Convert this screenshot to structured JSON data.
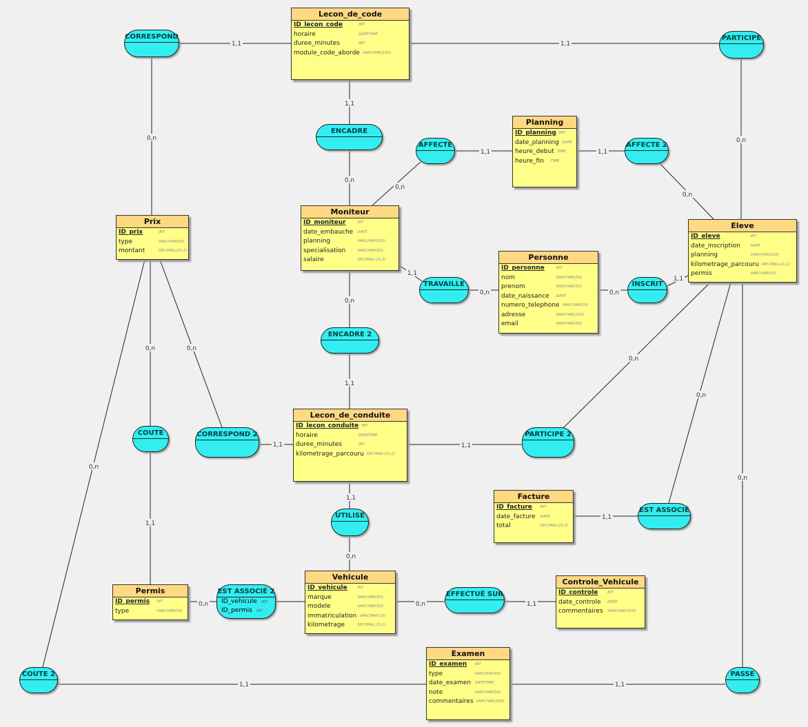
{
  "entities": [
    {
      "name": "Lecon_de_code",
      "attrs": [
        [
          "ID_lecon_code",
          "INT"
        ],
        [
          "horaire",
          "DATETIME"
        ],
        [
          "duree_minutes",
          "INT"
        ],
        [
          "module_code_aborde",
          "VARCHAR(100)"
        ]
      ]
    },
    {
      "name": "Planning",
      "attrs": [
        [
          "ID_planning",
          "INT"
        ],
        [
          "date_planning",
          "DATE"
        ],
        [
          "heure_debut",
          "TIME"
        ],
        [
          "heure_fin",
          "TIME"
        ]
      ]
    },
    {
      "name": "Moniteur",
      "attrs": [
        [
          "ID_moniteur",
          "INT"
        ],
        [
          "date_embauche",
          "DATE"
        ],
        [
          "planning",
          "VARCHAR(200)"
        ],
        [
          "specialisation",
          "VARCHAR(50)"
        ],
        [
          "salaire",
          "DECIMAL(15,2)"
        ]
      ]
    },
    {
      "name": "Prix",
      "attrs": [
        [
          "ID_prix",
          "INT"
        ],
        [
          "type",
          "VARCHAR(50)"
        ],
        [
          "montant",
          "DECIMAL(15,2)"
        ]
      ]
    },
    {
      "name": "Eleve",
      "attrs": [
        [
          "ID_eleve",
          "INT"
        ],
        [
          "date_inscription",
          "DATE"
        ],
        [
          "planning",
          "VARCHAR(200)"
        ],
        [
          "kilometrage_parcouru",
          "DECIMAL(15,1)"
        ],
        [
          "permis",
          "VARCHAR(50)"
        ]
      ]
    },
    {
      "name": "Personne",
      "attrs": [
        [
          "ID_personne",
          "INT"
        ],
        [
          "nom",
          "VARCHAR(50)"
        ],
        [
          "prenom",
          "VARCHAR(50)"
        ],
        [
          "date_naissance",
          "DATE"
        ],
        [
          "numero_telephone",
          "VARCHAR(20)"
        ],
        [
          "adresse",
          "VARCHAR(150)"
        ],
        [
          "email",
          "VARCHAR(50)"
        ]
      ]
    },
    {
      "name": "Lecon_de_conduite",
      "attrs": [
        [
          "ID_lecon_conduite",
          "INT"
        ],
        [
          "horaire",
          "DATETIME"
        ],
        [
          "duree_minutes",
          "INT"
        ],
        [
          "kilometrage_parcouru",
          "DECIMAL(15,2)"
        ]
      ]
    },
    {
      "name": "Facture",
      "attrs": [
        [
          "ID_facture",
          "INT"
        ],
        [
          "date_facture",
          "DATE"
        ],
        [
          "total",
          "DECIMAL(15,2)"
        ]
      ]
    },
    {
      "name": "Permis",
      "attrs": [
        [
          "ID_permis",
          "INT"
        ],
        [
          "type",
          "VARCHAR(50)"
        ]
      ]
    },
    {
      "name": "Vehicule",
      "attrs": [
        [
          "ID_vehicule",
          "INT"
        ],
        [
          "marque",
          "VARCHAR(50)"
        ],
        [
          "modele",
          "VARCHAR(50)"
        ],
        [
          "immatriculation",
          "VARCHAR(10)"
        ],
        [
          "kilometrage",
          "DECIMAL(15,1)"
        ]
      ]
    },
    {
      "name": "Controle_Vehicule",
      "attrs": [
        [
          "ID_controle",
          "INT"
        ],
        [
          "date_controle",
          "DATE"
        ],
        [
          "commentaires",
          "VARCHAR(500)"
        ]
      ]
    },
    {
      "name": "Examen",
      "attrs": [
        [
          "ID_examen",
          "INT"
        ],
        [
          "type",
          "VARCHAR(50)"
        ],
        [
          "date_examen",
          "DATETIME"
        ],
        [
          "note",
          "VARCHAR(50)"
        ],
        [
          "commentaires",
          "VARCHAR(500)"
        ]
      ]
    }
  ],
  "associations": [
    {
      "name": "CORRESPOND",
      "attrs": []
    },
    {
      "name": "PARTICIPE",
      "attrs": []
    },
    {
      "name": "ENCADRE",
      "attrs": []
    },
    {
      "name": "AFFECTE",
      "attrs": []
    },
    {
      "name": "AFFECTE 2",
      "attrs": []
    },
    {
      "name": "TRAVAILLE",
      "attrs": []
    },
    {
      "name": "INSCRIT",
      "attrs": []
    },
    {
      "name": "ENCADRE 2",
      "attrs": []
    },
    {
      "name": "COUTE",
      "attrs": []
    },
    {
      "name": "CORRESPOND 2",
      "attrs": []
    },
    {
      "name": "PARTICIPE 2",
      "attrs": []
    },
    {
      "name": "EST ASSOCIÉ",
      "attrs": []
    },
    {
      "name": "UTILISE",
      "attrs": []
    },
    {
      "name": "EST ASSOCIÉ 2",
      "attrs": [
        [
          "ID_vehicule",
          "INT"
        ],
        [
          "ID_permis",
          "INT"
        ]
      ]
    },
    {
      "name": "EFFECTUÉ SUR",
      "attrs": []
    },
    {
      "name": "COUTE 2",
      "attrs": []
    },
    {
      "name": "PASSE",
      "attrs": []
    }
  ],
  "cardinalities": [
    "1,1",
    "0,n",
    "1,1",
    "0,n",
    "1,1",
    "0,n",
    "0,n",
    "1,1",
    "1,1",
    "0,n",
    "1,1",
    "0,n",
    "0,n",
    "1,1",
    "0,n",
    "1,1",
    "0,n",
    "1,1",
    "0,n",
    "1,1",
    "0,n",
    "1,1",
    "0,n",
    "1,1",
    "0,n",
    "1,1",
    "0,n",
    "0,n",
    "",
    "0,n",
    "1,1",
    "0,n",
    "1,1",
    "1,1"
  ]
}
